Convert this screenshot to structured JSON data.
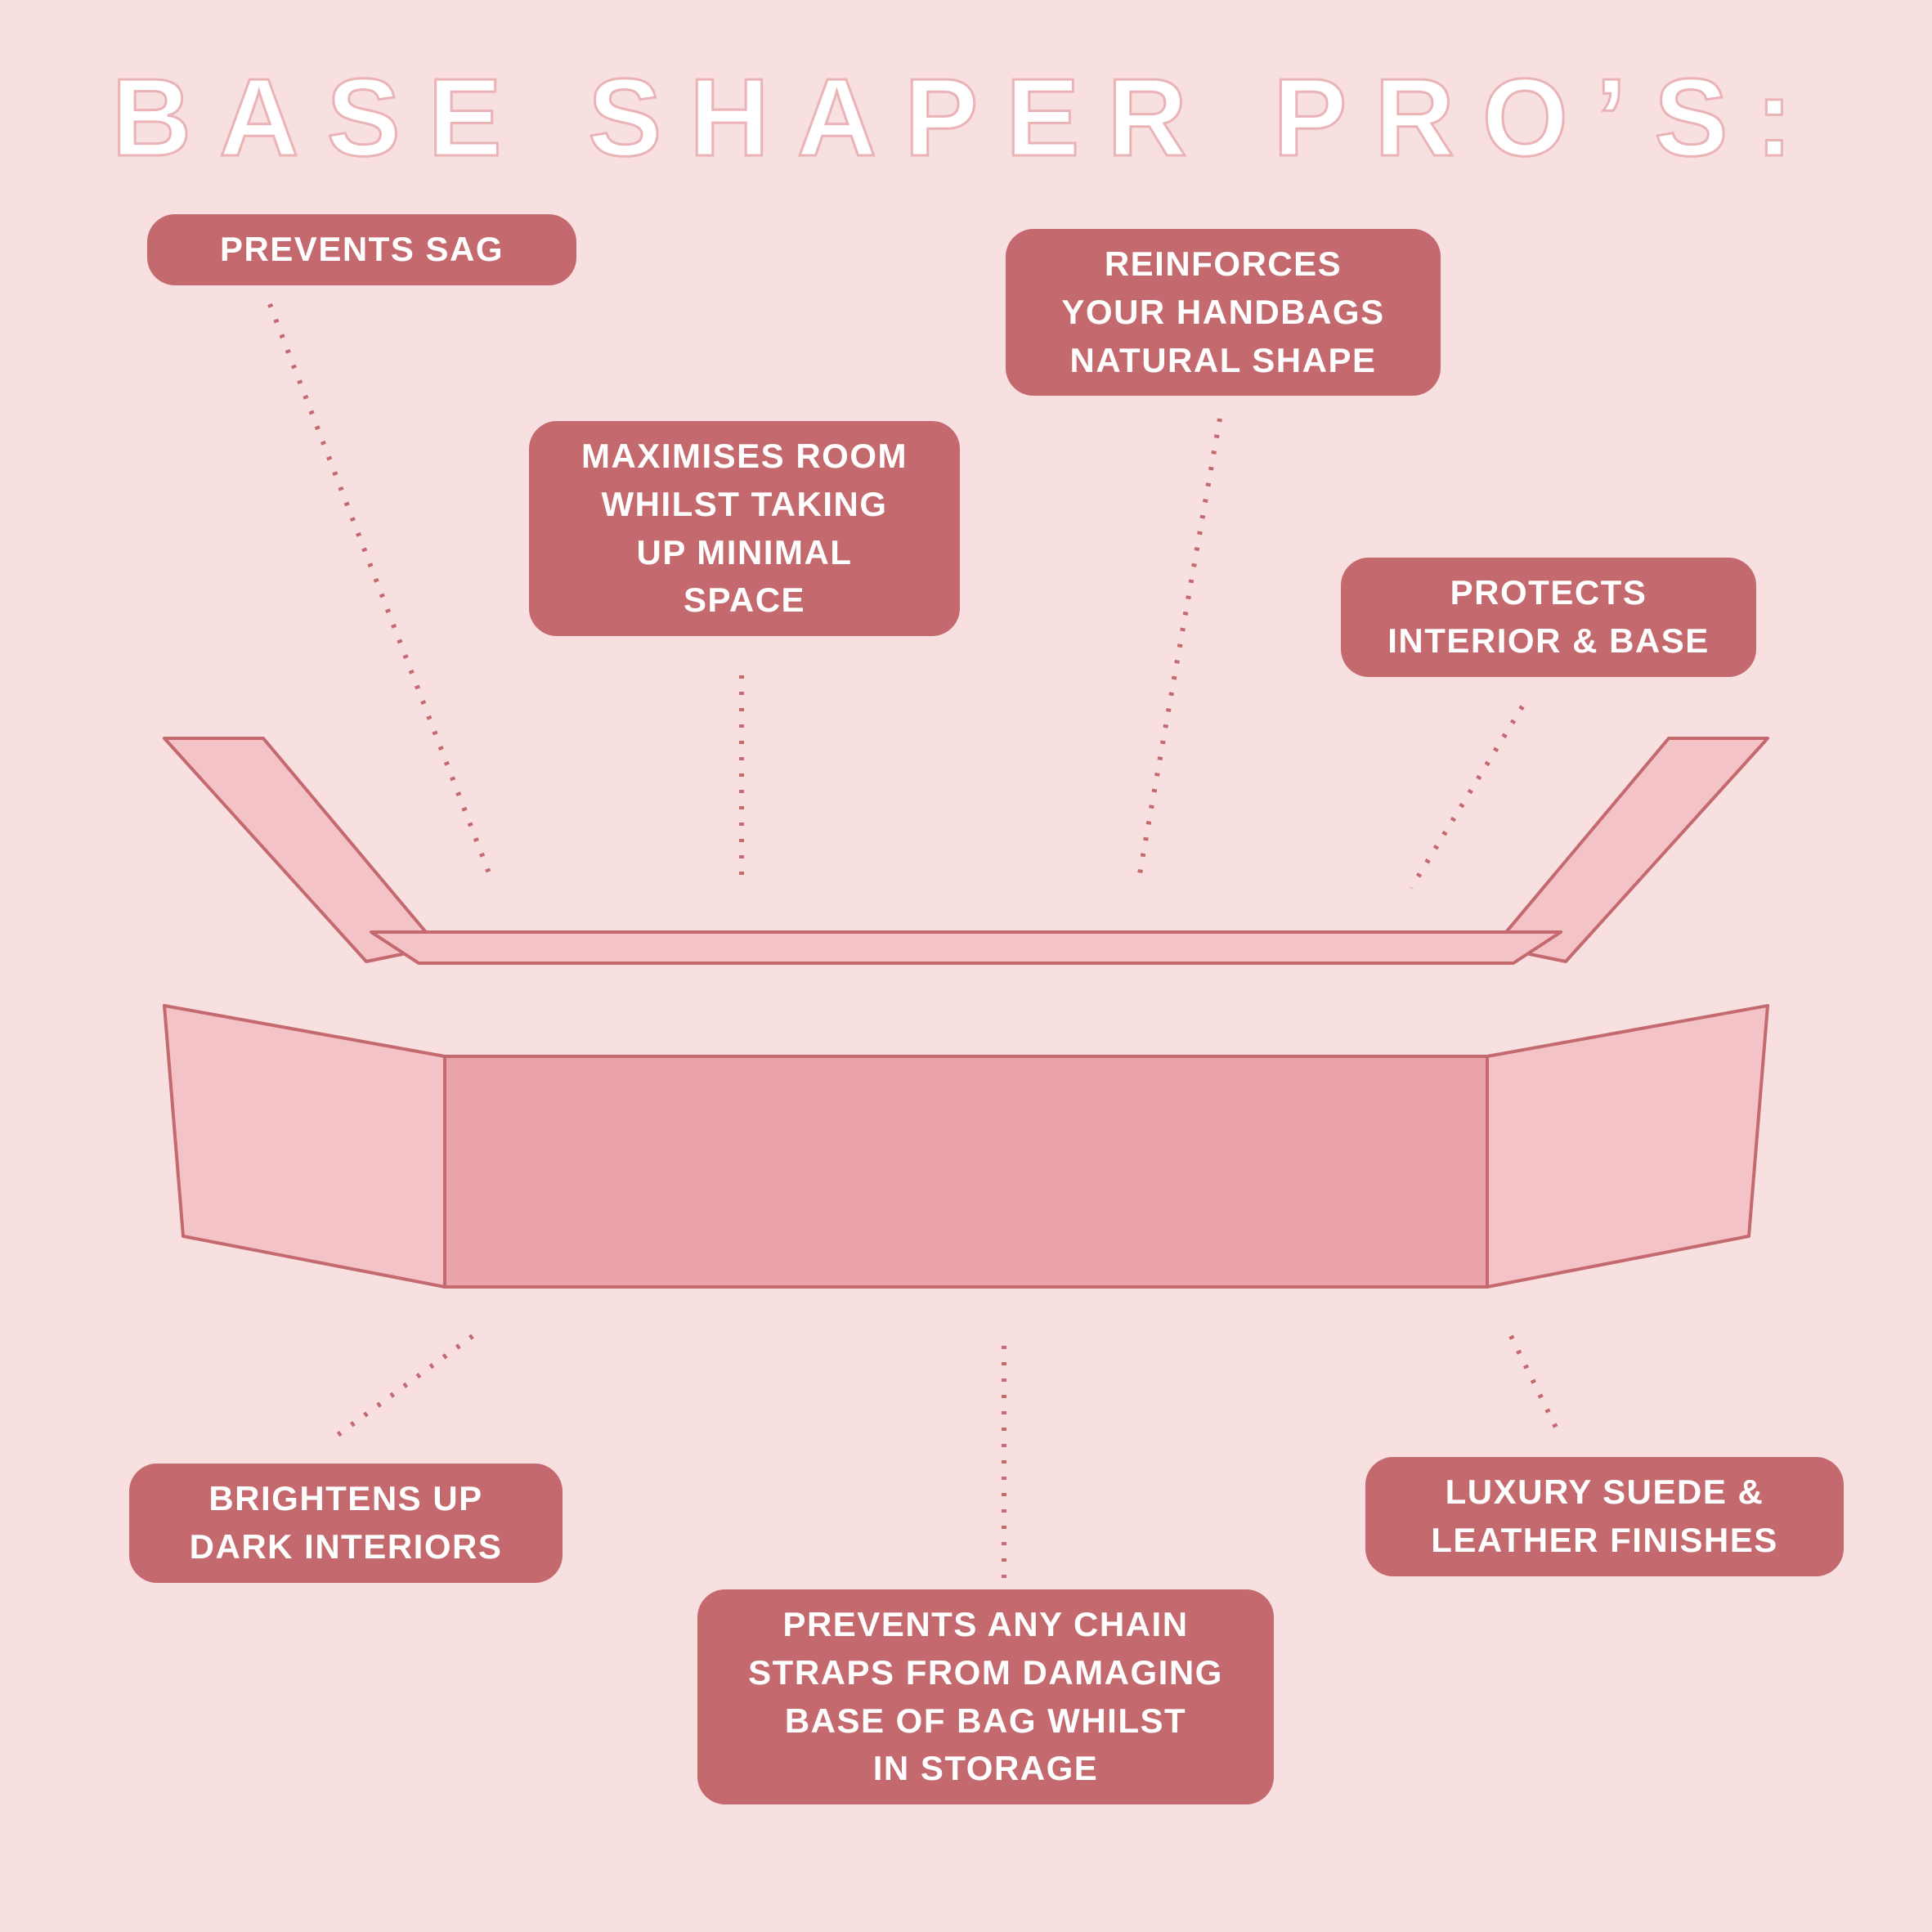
{
  "title": "BASE SHAPER PRO’S:",
  "callouts": [
    {
      "id": "prevents-sag",
      "label": "PREVENTS SAG"
    },
    {
      "id": "reinforces-shape",
      "label": "REINFORCES\nYOUR HANDBAGS\nNATURAL SHAPE"
    },
    {
      "id": "maximises-room",
      "label": "MAXIMISES ROOM\nWHILST TAKING\nUP MINIMAL\nSPACE"
    },
    {
      "id": "protects-interior",
      "label": "PROTECTS\nINTERIOR & BASE"
    },
    {
      "id": "brightens-interiors",
      "label": "BRIGHTENS UP\nDARK INTERIORS"
    },
    {
      "id": "luxury-finishes",
      "label": "LUXURY SUEDE &\nLEATHER FINISHES"
    },
    {
      "id": "prevents-chain-damage",
      "label": "PREVENTS ANY CHAIN\nSTRAPS FROM DAMAGING\nBASE OF BAG WHILST\nIN STORAGE"
    }
  ],
  "illustration": {
    "name": "base-shaper-diagram",
    "pieces": [
      "top-piece-with-side-wings",
      "bottom-panel-with-side-flaps"
    ]
  },
  "colors": {
    "background": "#f8dfe0",
    "callout_background": "#c4696e",
    "callout_text": "#ffffff",
    "connector_line": "#c4696e",
    "shaper_outline": "#c4696e",
    "shaper_fill_light": "#f3c3c7",
    "shaper_fill_dark": "#eaa3a8",
    "title_fill": "#ffffff",
    "title_outline": "#eab4b7"
  }
}
